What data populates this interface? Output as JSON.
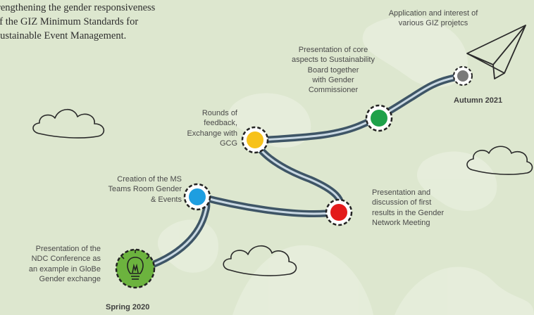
{
  "header": {
    "text": "trengthening the gender responsiveness\nof the GIZ Minimum Standards for\nSustainable Event Management."
  },
  "milestones": [
    {
      "id": "spring",
      "color": "#6cb33e",
      "icon": "lightbulb-icon",
      "text": "Presentation of  the\nNDC Conference as\nan example in GloBe\nGender exchange",
      "label": "Spring 2020"
    },
    {
      "id": "teams",
      "color": "#1e9ee0",
      "text": "Creation of the MS\nTeams Room Gender\n& Events"
    },
    {
      "id": "red",
      "color": "#e31b1b",
      "text": "Presentation and\ndiscussion of first\nresults in the Gender\nNetwork Meeting"
    },
    {
      "id": "yellow",
      "color": "#f7c21a",
      "text": "Rounds of\nfeedback,\nExchange with\nGCG"
    },
    {
      "id": "green",
      "color": "#1ea14a",
      "text": "Presentation of core\naspects to Sustainability\nBoard together\nwith  Gender\nCommissioner"
    },
    {
      "id": "grey",
      "color": "#7a7a7a",
      "text": "Application and interest of\nvarious GIZ projetcs",
      "label": "Autumn 2021"
    }
  ]
}
